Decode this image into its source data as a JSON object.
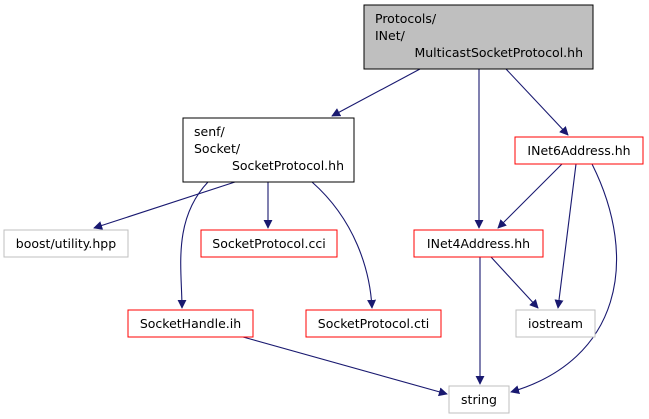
{
  "colors": {
    "background": "#ffffff",
    "root_fill": "#bfbfbf",
    "root_border": "#000000",
    "normal_border": "#000000",
    "expandable_border": "#ff0000",
    "external_border": "#bfbfbf",
    "edge": "#191970",
    "text": "#000000"
  },
  "nodes": [
    {
      "id": "multicast",
      "kind": "root",
      "lines": [
        "Protocols/",
        "INet/",
        "MulticastSocketProtocol.hh"
      ]
    },
    {
      "id": "socketprotocol-hh",
      "kind": "normal",
      "lines": [
        "senf/",
        "Socket/",
        "SocketProtocol.hh"
      ]
    },
    {
      "id": "inet6address",
      "kind": "expandable",
      "lines": [
        "INet6Address.hh"
      ]
    },
    {
      "id": "boost-utility",
      "kind": "external",
      "lines": [
        "boost/utility.hpp"
      ]
    },
    {
      "id": "socketprotocol-cci",
      "kind": "expandable",
      "lines": [
        "SocketProtocol.cci"
      ]
    },
    {
      "id": "inet4address",
      "kind": "expandable",
      "lines": [
        "INet4Address.hh"
      ]
    },
    {
      "id": "sockethandle-ih",
      "kind": "expandable",
      "lines": [
        "SocketHandle.ih"
      ]
    },
    {
      "id": "socketprotocol-cti",
      "kind": "expandable",
      "lines": [
        "SocketProtocol.cti"
      ]
    },
    {
      "id": "iostream",
      "kind": "external",
      "lines": [
        "iostream"
      ]
    },
    {
      "id": "string",
      "kind": "external",
      "lines": [
        "string"
      ]
    }
  ],
  "edges": [
    {
      "from": "multicast",
      "to": "socketprotocol-hh"
    },
    {
      "from": "multicast",
      "to": "inet4address"
    },
    {
      "from": "multicast",
      "to": "inet6address"
    },
    {
      "from": "socketprotocol-hh",
      "to": "boost-utility"
    },
    {
      "from": "socketprotocol-hh",
      "to": "socketprotocol-cci"
    },
    {
      "from": "socketprotocol-hh",
      "to": "sockethandle-ih"
    },
    {
      "from": "socketprotocol-hh",
      "to": "socketprotocol-cti"
    },
    {
      "from": "inet6address",
      "to": "inet4address"
    },
    {
      "from": "inet6address",
      "to": "iostream"
    },
    {
      "from": "inet6address",
      "to": "string"
    },
    {
      "from": "inet4address",
      "to": "iostream"
    },
    {
      "from": "inet4address",
      "to": "string"
    },
    {
      "from": "sockethandle-ih",
      "to": "string"
    }
  ]
}
